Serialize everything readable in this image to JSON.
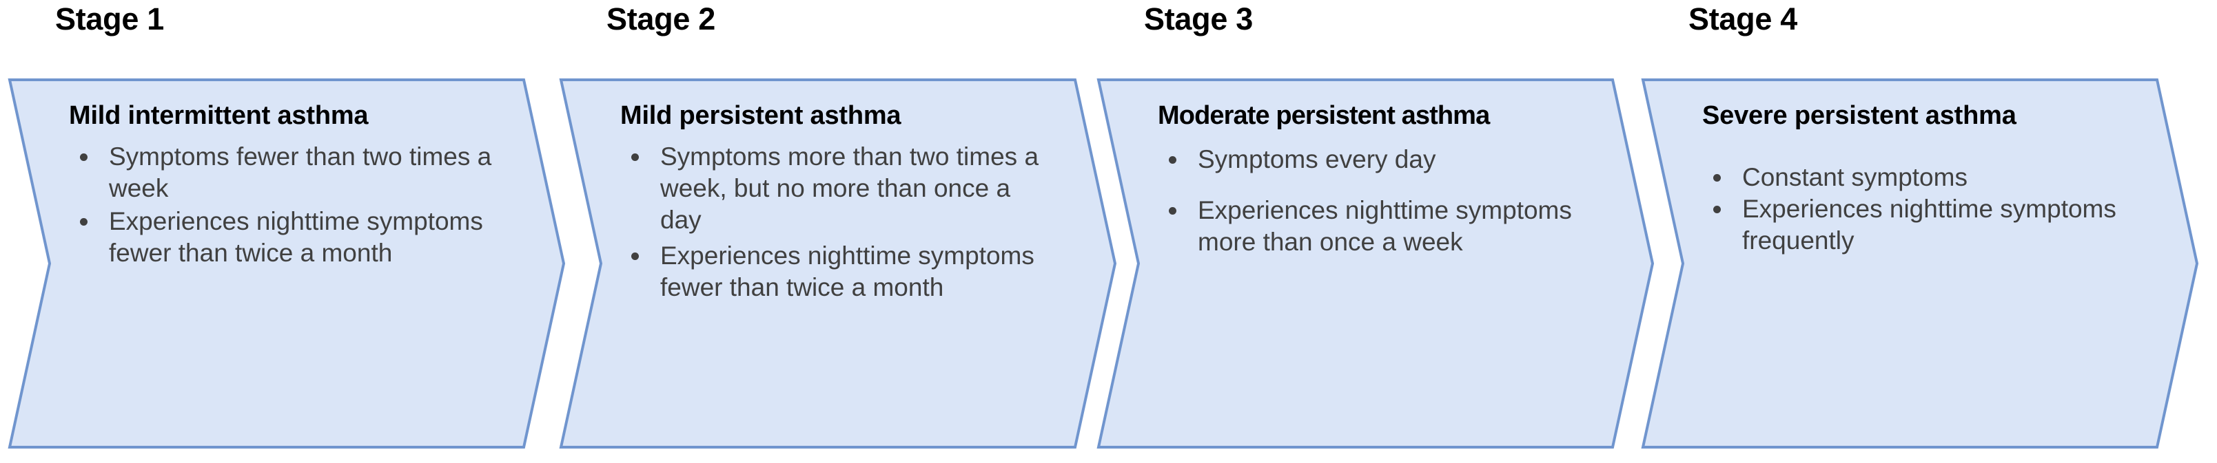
{
  "diagram": {
    "title": "Asthma stages process flow",
    "shape": "chevron",
    "fill_color": "#DAE5F7",
    "border_color": "#7095CE",
    "heading_color": "#000000",
    "body_text_color": "#404040",
    "background_color": "#FFFFFF"
  },
  "stages": [
    {
      "label": "Stage 1",
      "title": "Mild intermittent asthma",
      "bullets": [
        "Symptoms fewer than two times a week",
        "Experiences nighttime symptoms fewer than twice a month"
      ]
    },
    {
      "label": "Stage 2",
      "title": "Mild persistent asthma",
      "bullets": [
        "Symptoms more than two times a week, but no more than once a day",
        "Experiences nighttime symptoms fewer than twice a month"
      ]
    },
    {
      "label": "Stage 3",
      "title": "Moderate persistent asthma",
      "bullets": [
        "Symptoms every day",
        "Experiences nighttime symptoms more than once a week"
      ]
    },
    {
      "label": "Stage 4",
      "title": "Severe persistent asthma",
      "bullets": [
        "Constant symptoms",
        "Experiences nighttime symptoms frequently"
      ]
    }
  ]
}
